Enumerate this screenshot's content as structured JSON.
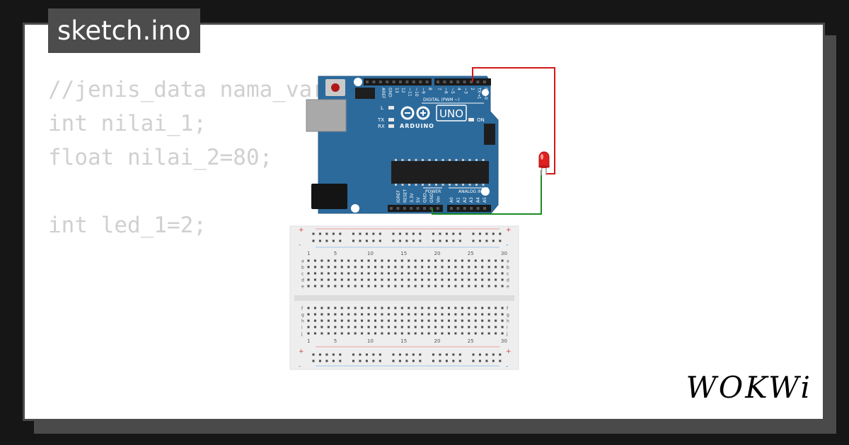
{
  "file_tab": {
    "label": "sketch.ino"
  },
  "code_lines": [
    "//jenis_data nama_variabel;",
    "int nilai_1;",
    "float nilai_2=80;",
    "",
    "int led_1=2;"
  ],
  "board": {
    "name": "UNO",
    "brand": "ARDUINO",
    "digital_label": "DIGITAL (PWM ~)",
    "power_label": "POWER",
    "analog_label": "ANALOG IN",
    "on_label": "ON",
    "l_label": "L",
    "tx_label": "TX",
    "rx_label": "RX",
    "digital_pins": [
      "AREF",
      "GND",
      "13",
      "12",
      "~11",
      "~10",
      "~9",
      "8",
      "7",
      "~6",
      "~5",
      "4",
      "~3",
      "2",
      "TX→1",
      "RX←0"
    ],
    "power_pins": [
      "IOREF",
      "RESET",
      "3.3V",
      "5V",
      "GND",
      "GND",
      "Vin"
    ],
    "analog_pins": [
      "A0",
      "A1",
      "A2",
      "A3",
      "A4",
      "A5"
    ]
  },
  "breadboard": {
    "column_numbers": [
      "1",
      "5",
      "10",
      "15",
      "20",
      "25",
      "30"
    ],
    "rows_top": [
      "a",
      "b",
      "c",
      "d",
      "e"
    ],
    "rows_bottom": [
      "f",
      "g",
      "h",
      "i",
      "j"
    ],
    "plus": "+",
    "minus": "-"
  },
  "brand": {
    "logo_text": "WOKWi"
  },
  "colors": {
    "background": "#161616",
    "card": "#ffffff",
    "tab": "#4c4c4c",
    "code_text": "#d0d0d0",
    "board": "#2c6a9c",
    "wire_red": "#d21818",
    "wire_green": "#1c8a24",
    "led": "#e02020"
  }
}
